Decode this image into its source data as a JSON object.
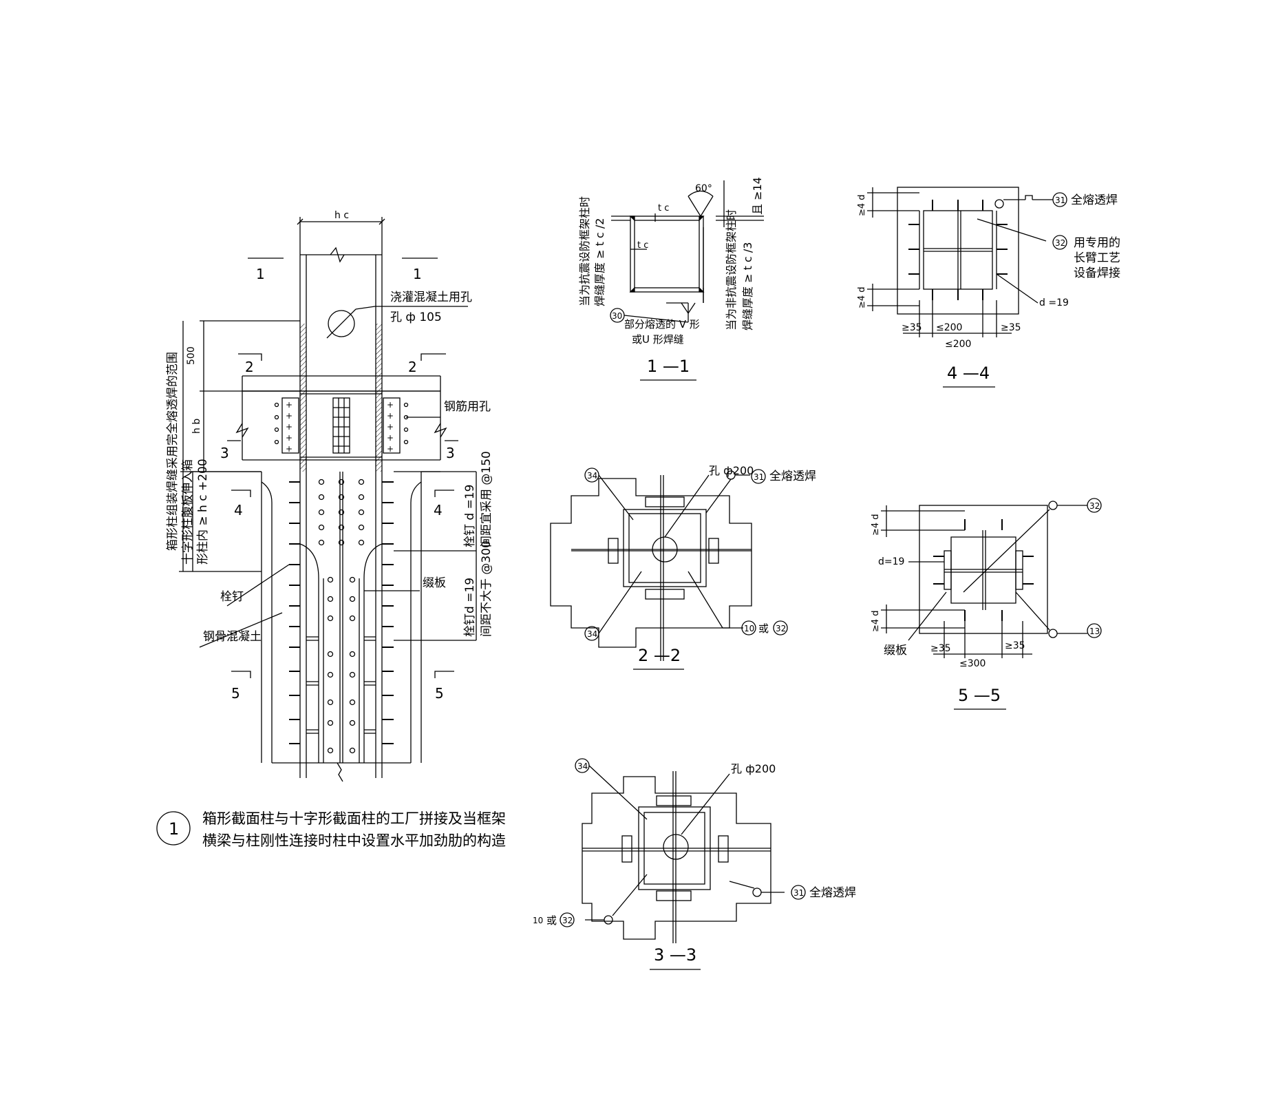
{
  "main": {
    "dim_hc": "h c",
    "dim_hb": "h b",
    "dim_500": "500",
    "sec1": "1",
    "sec2": "2",
    "sec3": "3",
    "sec4": "4",
    "sec5": "5",
    "pour_hole": "浇灌混凝土用孔",
    "pour_hole_dia": "孔 ф 105",
    "rebar_hole": "钢筋用孔",
    "vert_note_1": "箱形柱组装焊缝采用完全熔透焊的范围",
    "vert_note_2": "十字形柱腹板伸入箱",
    "vert_note_3": "形柱内 ≥ h c +200",
    "stud_note_1": "栓钉 d =19",
    "stud_note_2": "间距宜采用 @150",
    "stud_note_3": "栓钉d =19",
    "stud_note_4": "间距不大于 @300",
    "batten": "缀板",
    "stud": "栓钉",
    "src_concrete": "钢骨混凝土"
  },
  "caption": {
    "number": "1",
    "line1": "箱形截面柱与十字形截面柱的工厂拼接及当框架",
    "line2": "横梁与柱刚性连接时柱中设置水平加劲肋的构造"
  },
  "s11": {
    "title": "1 —1",
    "angle": "60°",
    "tc": "t c",
    "tc2": "t c",
    "weld_no": "30",
    "weld_note_1": "部分熔透的 V 形",
    "weld_note_2": "或U 形焊缝",
    "left_note_1": "当为抗震设防框架柱时",
    "left_note_2": "焊缝厚度 ≥ t c /2",
    "right_note_1": "当为非抗震设防框架柱时",
    "right_note_2": "焊缝厚度 ≥ t c /3",
    "right_note_3": "且 ≥14"
  },
  "s44": {
    "title": "4 —4",
    "weld31": "31",
    "weld31_text": "全熔透焊",
    "weld32": "32",
    "weld32_text_1": "用专用的",
    "weld32_text_2": "长臂工艺",
    "weld32_text_3": "设备焊接",
    "d19": "d =19",
    "ge4d_top": "≥4 d",
    "ge4d_bot": "≥4 d",
    "ge35_l": "≥35",
    "le200": "≤200",
    "ge35_r": "≥35",
    "le200_b": "≤200"
  },
  "s22": {
    "title": "2 —2",
    "hole": "孔 ф200",
    "w34a": "34",
    "w34b": "34",
    "w31": "31",
    "w31_text": "全熔透焊",
    "w10": "10",
    "w10_or": "或",
    "w32": "32"
  },
  "s55": {
    "title": "5 —5",
    "w32": "32",
    "w13": "13",
    "d19": "d=19",
    "ge4d_top": "≥4 d",
    "ge4d_bot": "≥4 d",
    "batten": "缀板",
    "ge35_l": "≥35",
    "ge35_r": "≥35",
    "le300": "≤300"
  },
  "s33": {
    "title": "3 —3",
    "hole": "孔 ф200",
    "w34": "34",
    "w31": "31",
    "w31_text": "全熔透焊",
    "w10": "10",
    "w10_or": "或",
    "w32": "32"
  }
}
